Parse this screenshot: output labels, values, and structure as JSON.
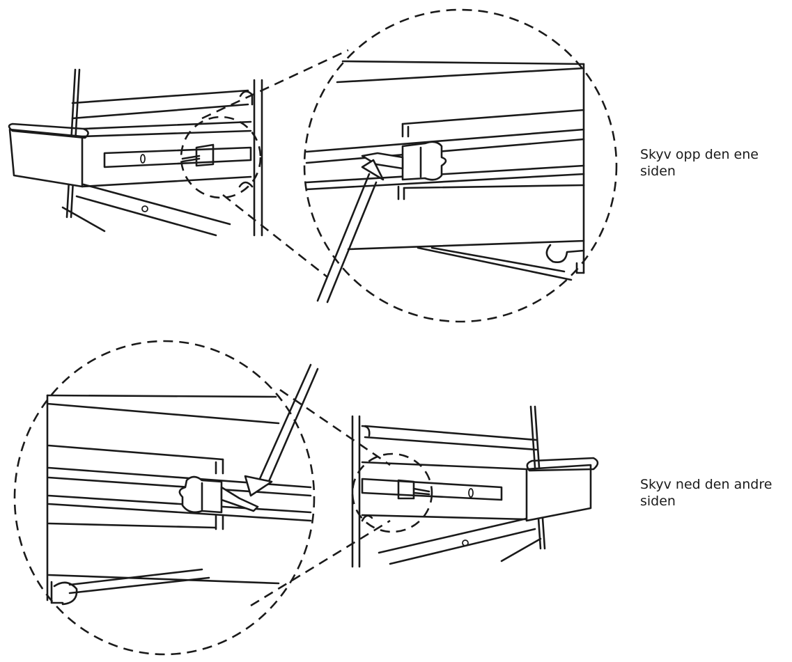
{
  "steps": [
    {
      "caption_line1": "Skyv opp den ene",
      "caption_line2": "siden"
    },
    {
      "caption_line1": "Skyv ned den andre",
      "caption_line2": "siden"
    }
  ]
}
